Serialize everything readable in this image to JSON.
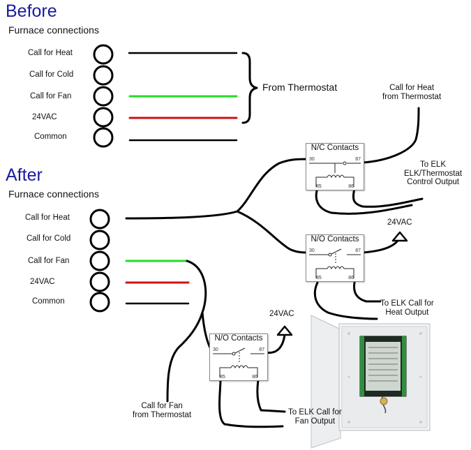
{
  "before": {
    "heading": "Before",
    "subheading": "Furnace connections",
    "terminals": [
      "Call for Heat",
      "Call for Cold",
      "Call for Fan",
      "24VAC",
      "Common"
    ],
    "brace_label": "From Thermostat"
  },
  "after": {
    "heading": "After",
    "subheading": "Furnace connections",
    "terminals": [
      "Call for Heat",
      "Call for Cold",
      "Call for Fan",
      "24VAC",
      "Common"
    ]
  },
  "relays": {
    "nc_heat": {
      "title": "N/C Contacts",
      "pins": [
        "30",
        "87",
        "85",
        "86"
      ]
    },
    "no_heat": {
      "title": "N/O Contacts",
      "pins": [
        "30",
        "87",
        "85",
        "86"
      ]
    },
    "no_fan": {
      "title": "N/O Contacts",
      "pins": [
        "30",
        "87",
        "85",
        "86"
      ]
    }
  },
  "labels": {
    "heat_from_thermostat": "Call for Heat\nfrom Thermostat",
    "elk_thermostat_control": "To ELK\nELK/Thermostat\nControl Output",
    "vac_heat": "24VAC",
    "elk_heat_output": "To ELK Call for\nHeat Output",
    "vac_fan": "24VAC",
    "fan_from_thermostat": "Call for Fan\nfrom Thermostat",
    "elk_fan_output": "To ELK Call for\nFan Output"
  },
  "colors": {
    "heading": "#1a1aa0",
    "wire_black": "#000000",
    "wire_green": "#22dd22",
    "wire_red": "#cc1111"
  },
  "icons": {
    "terminal": "terminal-circle-icon",
    "vac_source": "vac-arrow-icon",
    "coil": "coil-icon",
    "switch": "switch-icon",
    "panel": "elk-panel-icon"
  }
}
